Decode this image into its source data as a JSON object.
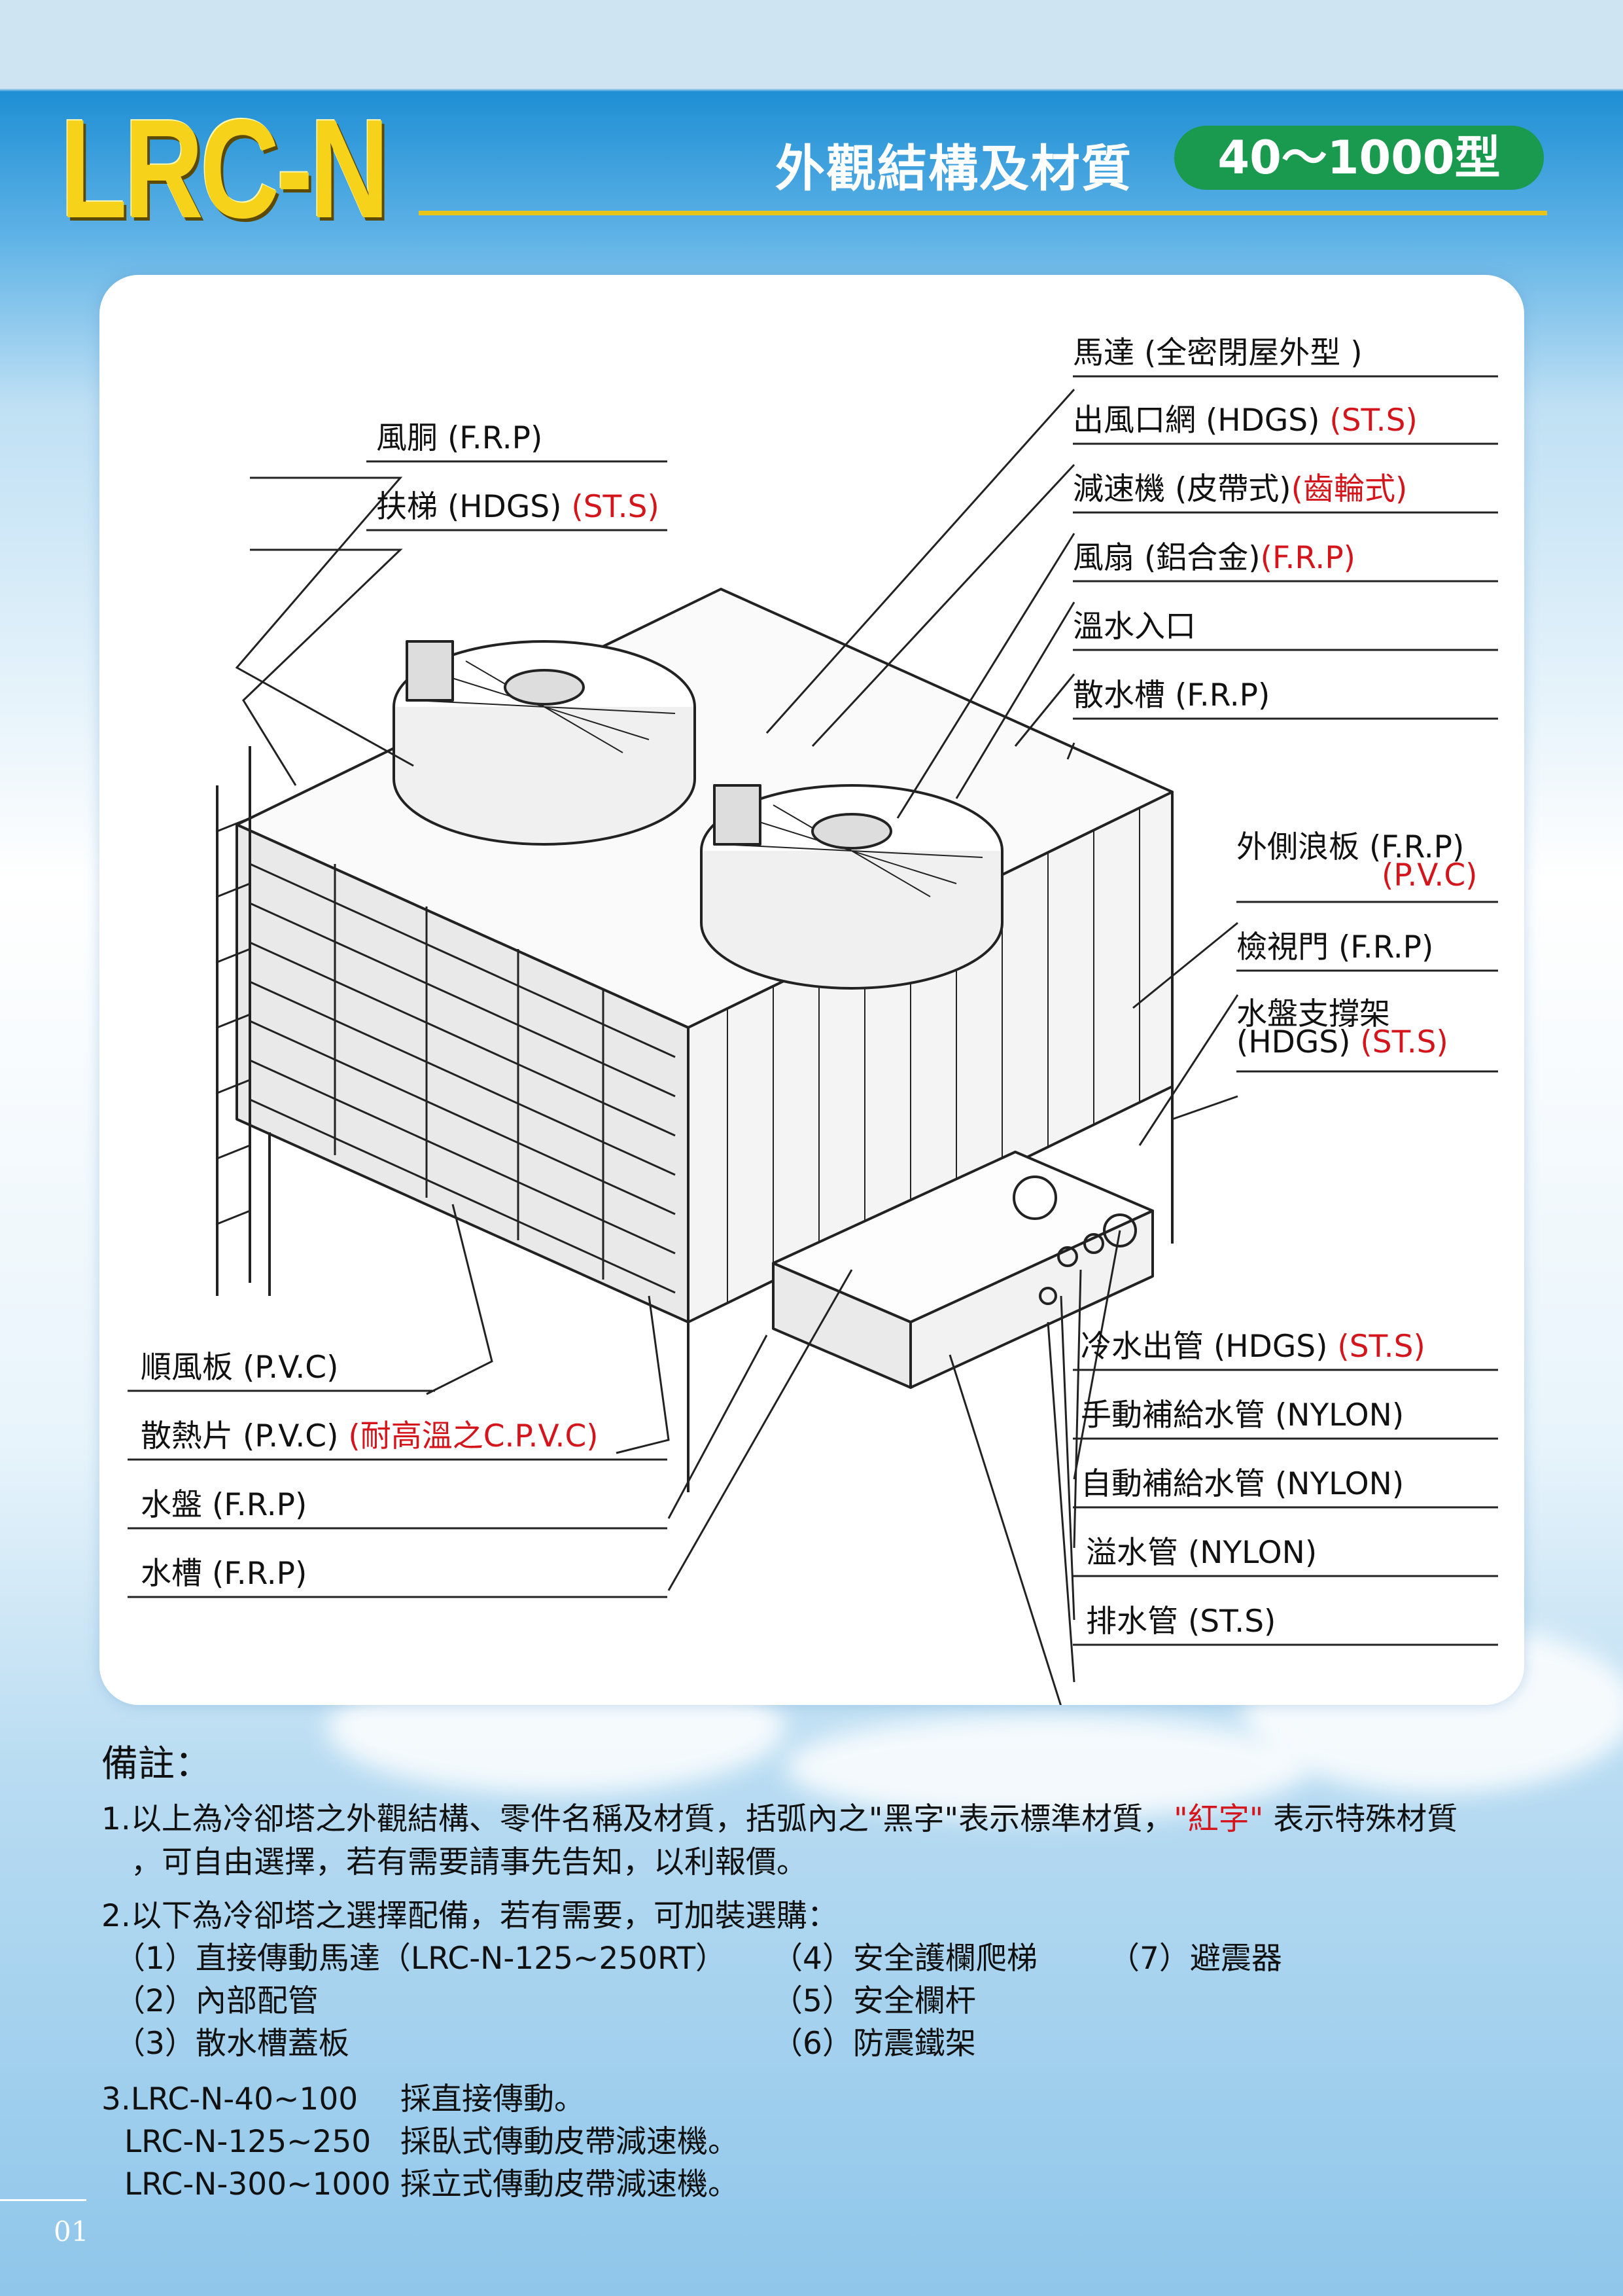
{
  "header": {
    "logo": "LRC-N",
    "title": "外觀結構及材質",
    "model_badge": "40～1000型"
  },
  "labels": {
    "left": [
      {
        "name": "風胴",
        "spec": "(F.R.P)",
        "red": ""
      },
      {
        "name": "扶梯",
        "spec": "(HDGS)",
        "red": "(ST.S)"
      },
      {
        "name": "順風板",
        "spec": "(P.V.C)",
        "red": ""
      },
      {
        "name": "散熱片",
        "spec": "(P.V.C)",
        "red": "(耐高溫之C.P.V.C)"
      },
      {
        "name": "水盤",
        "spec": "(F.R.P)",
        "red": ""
      },
      {
        "name": "水槽",
        "spec": "(F.R.P)",
        "red": ""
      }
    ],
    "right": [
      {
        "name": "馬達",
        "spec": "(全密閉屋外型 )",
        "red": ""
      },
      {
        "name": "出風口網",
        "spec": "(HDGS)",
        "red": "(ST.S)"
      },
      {
        "name": "減速機",
        "spec": "(皮帶式)",
        "red": "(齒輪式)"
      },
      {
        "name": "風扇",
        "spec": "(鋁合金)",
        "red": "(F.R.P)"
      },
      {
        "name": "溫水入口",
        "spec": "",
        "red": ""
      },
      {
        "name": "散水槽",
        "spec": "(F.R.P)",
        "red": ""
      },
      {
        "name": "外側浪板",
        "spec": "(F.R.P)",
        "red": "(P.V.C)"
      },
      {
        "name": "檢視門",
        "spec": "(F.R.P)",
        "red": ""
      },
      {
        "name": "水盤支撐架",
        "spec": "(HDGS)",
        "red": "(ST.S)"
      },
      {
        "name": "冷水出管",
        "spec": "(HDGS)",
        "red": "(ST.S)"
      },
      {
        "name": "手動補給水管",
        "spec": "(NYLON)",
        "red": ""
      },
      {
        "name": "自動補給水管",
        "spec": "(NYLON)",
        "red": ""
      },
      {
        "name": "溢水管",
        "spec": "(NYLON)",
        "red": ""
      },
      {
        "name": "排水管",
        "spec": "(ST.S)",
        "red": ""
      }
    ]
  },
  "notes": {
    "title": "備註：",
    "note1_a": "1.以上為冷卻塔之外觀結構、零件名稱及材質，括弧內之\"黑字\"表示標準材質，",
    "note1_red": "\"紅字\"",
    "note1_b": " 表示特殊材質",
    "note1_c": "，可自由選擇，若有需要請事先告知，以利報價。",
    "note2": "2.以下為冷卻塔之選擇配備，若有需要，可加裝選購：",
    "options": [
      "（1）直接傳動馬達（LRC-N-125~250RT）",
      "（2）內部配管",
      "（3）散水槽蓋板",
      "（4）安全護欄爬梯",
      "（5）安全欄杆",
      "（6）防震鐵架",
      "（7）避震器"
    ],
    "note3": [
      {
        "model": "3.LRC-N-40~100",
        "desc": "採直接傳動。"
      },
      {
        "model": "LRC-N-125~250",
        "desc": "採臥式傳動皮帶減速機。"
      },
      {
        "model": "LRC-N-300~1000",
        "desc": "採立式傳動皮帶減速機。"
      }
    ]
  },
  "page_number": "01"
}
